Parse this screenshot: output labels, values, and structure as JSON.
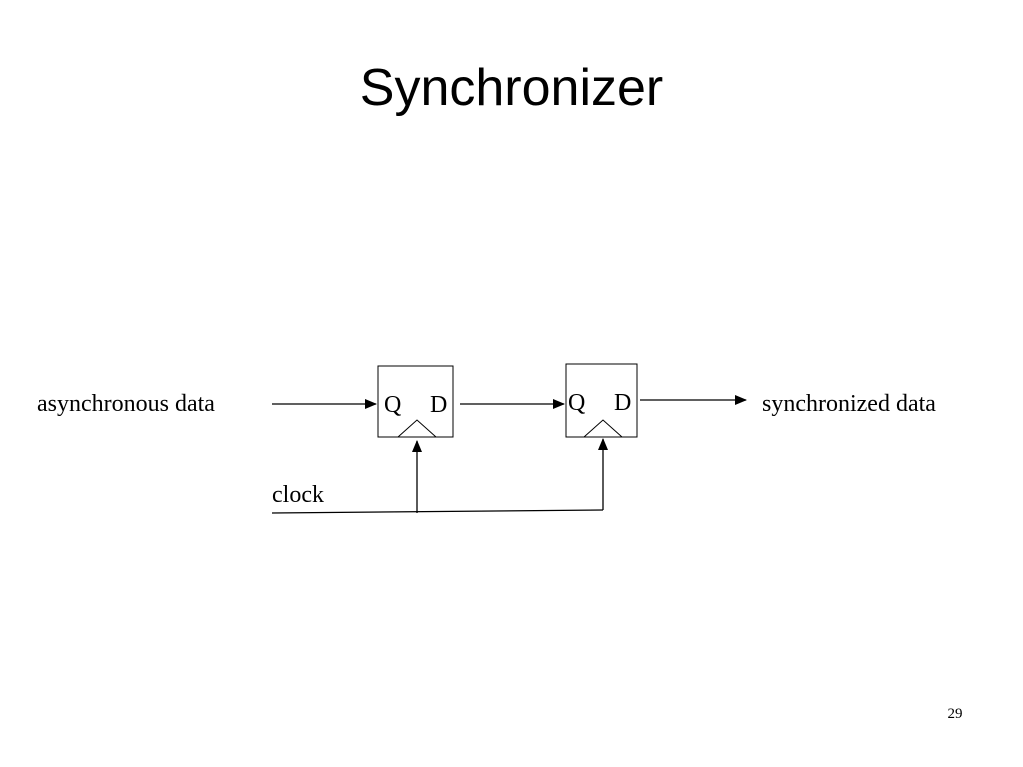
{
  "slide": {
    "title": "Synchronizer",
    "page_number": "29"
  },
  "diagram": {
    "input_label": "asynchronous data",
    "output_label": "synchronized data",
    "clock_label": "clock",
    "flipflops": [
      {
        "q_label": "Q",
        "d_label": "D"
      },
      {
        "q_label": "Q",
        "d_label": "D"
      }
    ]
  }
}
